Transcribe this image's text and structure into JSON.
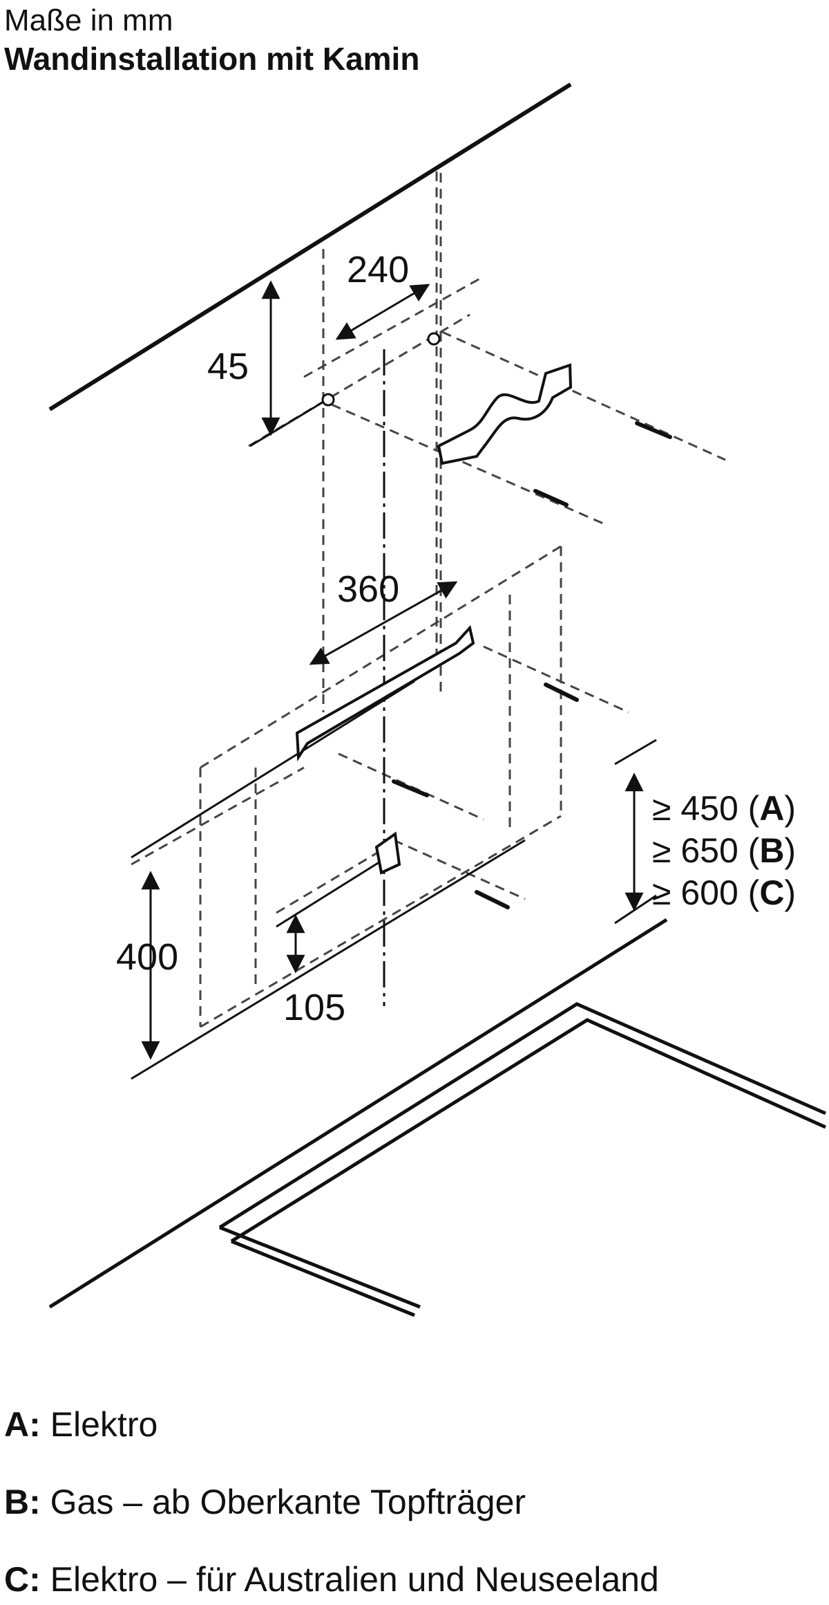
{
  "header": {
    "units": "Maße in mm",
    "title": "Wandinstallation mit Kamin"
  },
  "dimensions": {
    "wall_offset": "45",
    "hole_spacing_top": "240",
    "hole_spacing_mid": "360",
    "height_400": "400",
    "height_105": "105"
  },
  "requirements": [
    {
      "prefix": "≥ 450 (",
      "key": "A",
      "suffix": ")"
    },
    {
      "prefix": "≥ 650 (",
      "key": "B",
      "suffix": ")"
    },
    {
      "prefix": "≥ 600 (",
      "key": "C",
      "suffix": ")"
    }
  ],
  "legend": [
    {
      "key": "A",
      "sep": ":",
      "text": " Elektro"
    },
    {
      "key": "B",
      "sep": ":",
      "text": " Gas – ab Oberkante Topfträger"
    },
    {
      "key": "C",
      "sep": ":",
      "text": " Elektro – für Australien und Neuseeland"
    }
  ]
}
